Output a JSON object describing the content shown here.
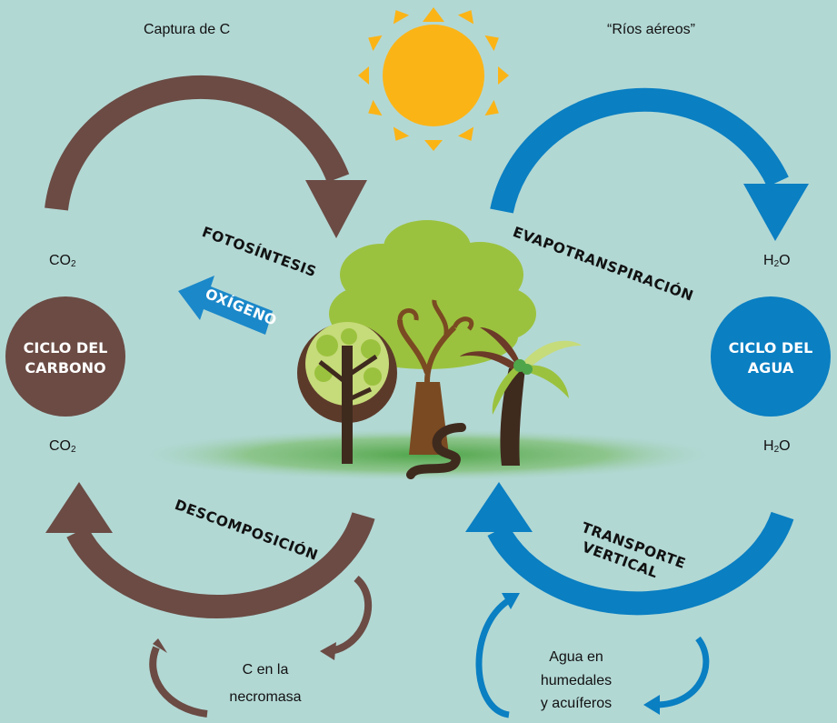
{
  "colors": {
    "background": "#b2d8d4",
    "carbon": "#6b4b44",
    "water": "#0a7fc2",
    "sun": "#fbb416",
    "oxygen_arrow": "#1b88c9",
    "tree_green": "#9bc23e",
    "trunk": "#5a3a22"
  },
  "labels": {
    "carbon_capture": "Captura de C",
    "air_rivers": "“Ríos aéreos”",
    "co2": "CO",
    "co2_sub": "2",
    "h2o_h": "H",
    "h2o_sub": "2",
    "h2o_o": "O",
    "carbon_cycle_line1": "CICLO DEL",
    "carbon_cycle_line2": "CARBONO",
    "water_cycle_line1": "CICLO DEL",
    "water_cycle_line2": "AGUA",
    "photosynthesis": "FOTOSÍNTESIS",
    "evapotranspiration": "EVAPOTRANSPIRACIÓN",
    "oxygen": "OXÍGENO",
    "decomposition": "DESCOMPOSICIÓN",
    "vertical_transport_line1": "TRANSPORTE",
    "vertical_transport_line2": "VERTICAL",
    "necromass_line1": "C en la",
    "necromass_line2": "necromasa",
    "wetlands_line1": "Agua en",
    "wetlands_line2": "humedales",
    "wetlands_line3": "y acuíferos"
  },
  "icons": [
    "sun-icon",
    "tree-icon",
    "palm-icon",
    "snake-icon",
    "arrow-icon"
  ]
}
